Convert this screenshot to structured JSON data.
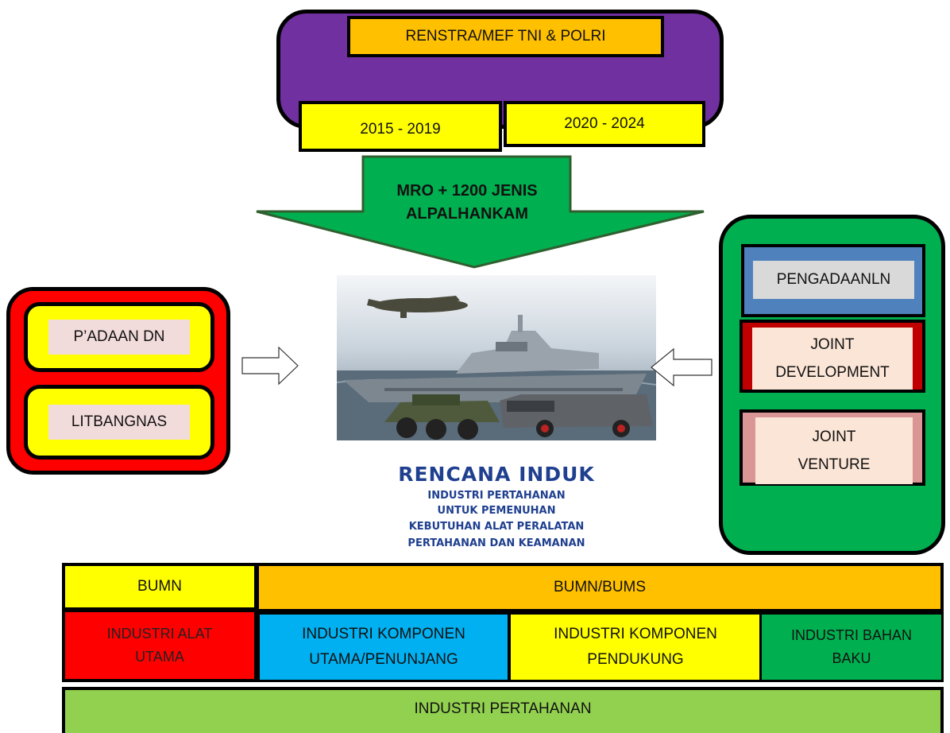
{
  "top": {
    "title": "RENSTRA/MEF  TNI & POLRI",
    "period_1": "2015 - 2019",
    "period_2": "2020 - 2024",
    "arrow_line_1": "MRO + 1200 JENIS",
    "arrow_line_2": "ALPALHANKAM"
  },
  "left_group": {
    "item_1": "P’ADAAN DN",
    "item_2": "LITBANGNAS"
  },
  "right_group": {
    "item_1": "PENGADAANLN",
    "item_2_line_1": "JOINT",
    "item_2_line_2": "DEVELOPMENT",
    "item_3_line_1": "JOINT",
    "item_3_line_2": "VENTURE"
  },
  "center": {
    "image_alt": "defense equipment photo: aircraft, warship, armored vehicles",
    "title": "RENCANA INDUK",
    "subtitle_1": "INDUSTRI PERTAHANAN",
    "subtitle_2": "UNTUK PEMENUHAN",
    "subtitle_3": "KEBUTUHAN ALAT PERALATAN",
    "subtitle_4": "PERTAHANAN DAN KEAMANAN"
  },
  "bottom": {
    "bumn": "BUMN",
    "bumn_bums": "BUMN/BUMS",
    "alat_utama_1": "INDUSTRI ALAT",
    "alat_utama_2": "UTAMA",
    "komponen_utama_1": "INDUSTRI KOMPONEN",
    "komponen_utama_2": "UTAMA/PENUNJANG",
    "komponen_pendukung_1": "INDUSTRI  KOMPONEN",
    "komponen_pendukung_2": "PENDUKUNG",
    "bahan_baku_1": "INDUSTRI BAHAN",
    "bahan_baku_2": "BAKU",
    "base": "INDUSTRI PERTAHANAN"
  },
  "colors": {
    "purple": "#7030a0",
    "orange": "#ffc000",
    "yellow": "#ffff00",
    "green": "#00b050",
    "red": "#ff0000",
    "blue": "#00b0f0",
    "steel_blue": "#4f81bd",
    "dark_red": "#c00000",
    "pink": "#d99694",
    "light_green": "#92d050"
  }
}
